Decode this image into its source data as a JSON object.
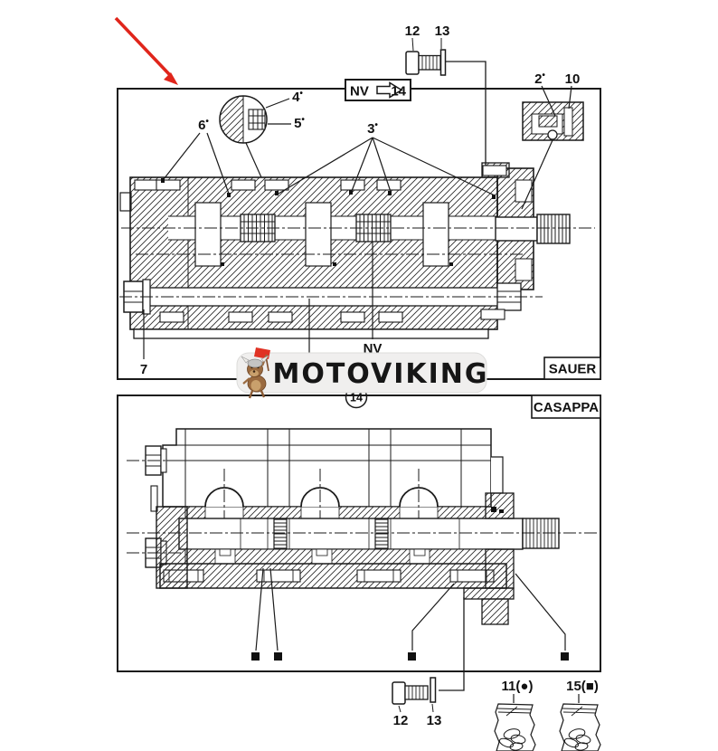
{
  "watermark": {
    "brand": "MOTOVIKING"
  },
  "icons": {
    "red_arrow": "diagonal-red-arrow",
    "mascot": "viking-dog-mascot",
    "flag": "red-flag"
  },
  "colors": {
    "line": "#1a1a1a",
    "red_arrow": "#e0251b",
    "flag_red": "#e03224",
    "pill_bg": "#f0efee",
    "pill_border": "#dcdcda",
    "dog_brown": "#9a6a3f",
    "dog_dark": "#6b4424",
    "dog_light": "#c9a06c",
    "helmet_gray": "#c4c4c4"
  },
  "upper_view": {
    "brand": "SAUER",
    "star": "•",
    "nv_box": {
      "prefix": "NV",
      "number": "14"
    },
    "labels": {
      "bolt": "12",
      "washer": "13",
      "seal_detail": "2",
      "plug": "10",
      "section_seals": "3",
      "detail_a": "4",
      "detail_b": "5",
      "cover_seals": "6",
      "tie_rod": "7",
      "coupling": "NV",
      "coupling_circle": "14"
    }
  },
  "lower_view": {
    "brand": "CASAPPA",
    "labels": {
      "bolt": "12",
      "washer": "13",
      "bag_round": "11(●)",
      "bag_square": "15(■)"
    }
  }
}
